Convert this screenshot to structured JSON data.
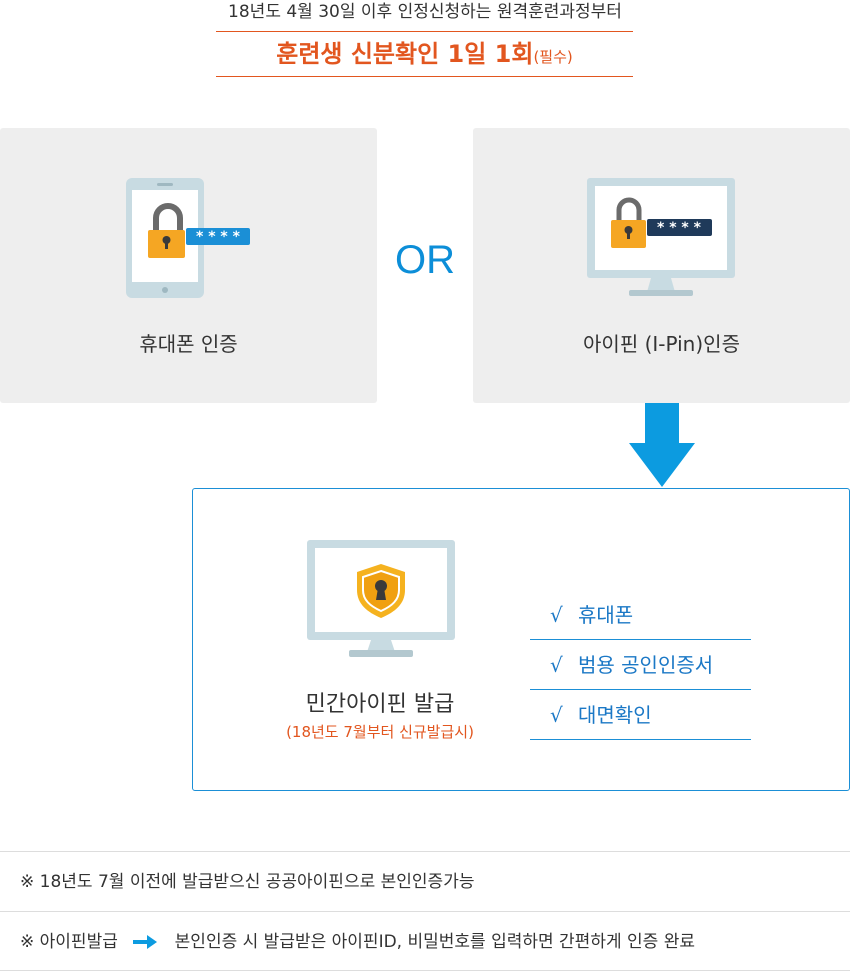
{
  "header": {
    "subtitle": "18년도 4월 30일 이후 인정신청하는 원격훈련과정부터",
    "title": "훈련생 신분확인 1일 1회",
    "title_suffix": "(필수)"
  },
  "methods": {
    "phone": {
      "label": "휴대폰 인증",
      "icon": "phone-lock-icon",
      "masked": "* * * *"
    },
    "or_label": "OR",
    "ipin": {
      "label": "아이핀 (I-Pin)인증",
      "icon": "monitor-lock-icon",
      "masked": "* * * *"
    }
  },
  "result": {
    "icon": "monitor-shield-icon",
    "title": "민간아이핀 발급",
    "note": "(18년도 7월부터 신규발급시)",
    "check_glyph": "√",
    "options": [
      "휴대폰",
      "범용 공인인증서",
      "대면확인"
    ]
  },
  "notes": {
    "first": "※ 18년도 7월 이전에 발급받으신 공공아이핀으로 본인인증가능",
    "second_prefix": "※ 아이핀발급",
    "second_suffix": "본인인증 시 발급받은 아이핀ID, 비밀번호를 입력하면 간편하게 인증 완료"
  },
  "colors": {
    "accent": "#e2561f",
    "blue": "#0c8ed8",
    "card": "#eeeeee",
    "lock_body": "#f5a623",
    "lock_shackle": "#6b6b6b",
    "device": "#c8dbe2",
    "mask_bar": "#1b8fd6",
    "mask_bar_dark": "#1f3a5a",
    "shield": "#f5b21f"
  }
}
